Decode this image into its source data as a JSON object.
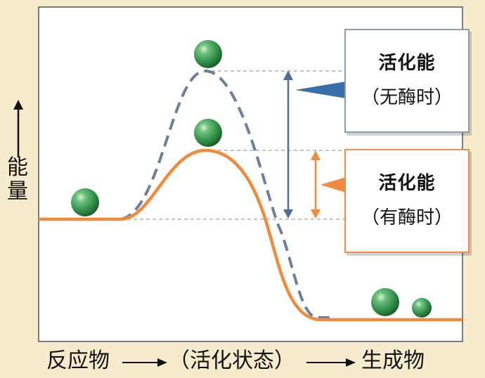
{
  "y_axis": {
    "label_line1": "能",
    "label_line2": "量"
  },
  "x_axis": {
    "reactants": "反应物",
    "transition_state": "（活化状态）",
    "products": "生成物"
  },
  "callout_no_enzyme": {
    "title": "活化能",
    "subtitle": "（无酶时）"
  },
  "callout_with_enzyme": {
    "title": "活化能",
    "subtitle": "（有酶时）"
  },
  "colors": {
    "background": "#f6eccd",
    "plot_area": "#ffffff",
    "uncatalyzed_curve": "#6e7f99",
    "catalyzed_curve": "#f08a3c",
    "uncatalyzed_arrow": "#4f6f92",
    "catalyzed_arrow": "#f08a3c",
    "ball": "#2f9a4d"
  },
  "icons": [
    "molecule-ball-icon",
    "up-arrow-icon",
    "right-arrow-icon",
    "double-arrow-icon"
  ]
}
